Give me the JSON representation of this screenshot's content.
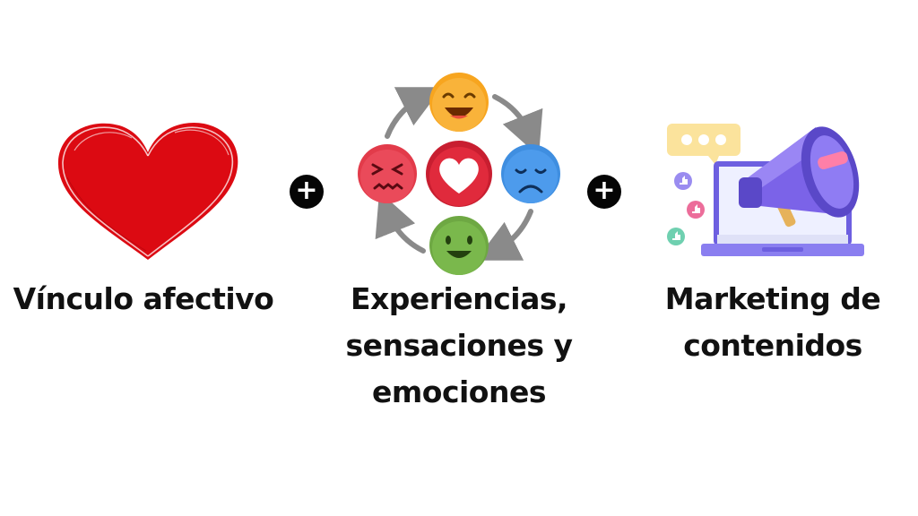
{
  "items": [
    {
      "label_lines": [
        "Vínculo afectivo"
      ],
      "icon": "heart-icon"
    },
    {
      "label_lines": [
        "Experiencias,",
        "sensaciones y",
        "emociones"
      ],
      "icon": "emotions-cycle-icon"
    },
    {
      "label_lines": [
        "Marketing de",
        "contenidos"
      ],
      "icon": "megaphone-laptop-icon"
    }
  ],
  "operator": "+",
  "colors": {
    "heart_red": "#dc0a12",
    "happy_orange": "#f7a51f",
    "sad_blue": "#3f8ee0",
    "angry_red": "#e23b4a",
    "neutral_green": "#6ea843",
    "arrow_gray": "#8a8a8a",
    "megaphone_purple": "#7b63e8",
    "laptop_frame": "#6d5fe0",
    "chat_bubble": "#fbe39c"
  }
}
